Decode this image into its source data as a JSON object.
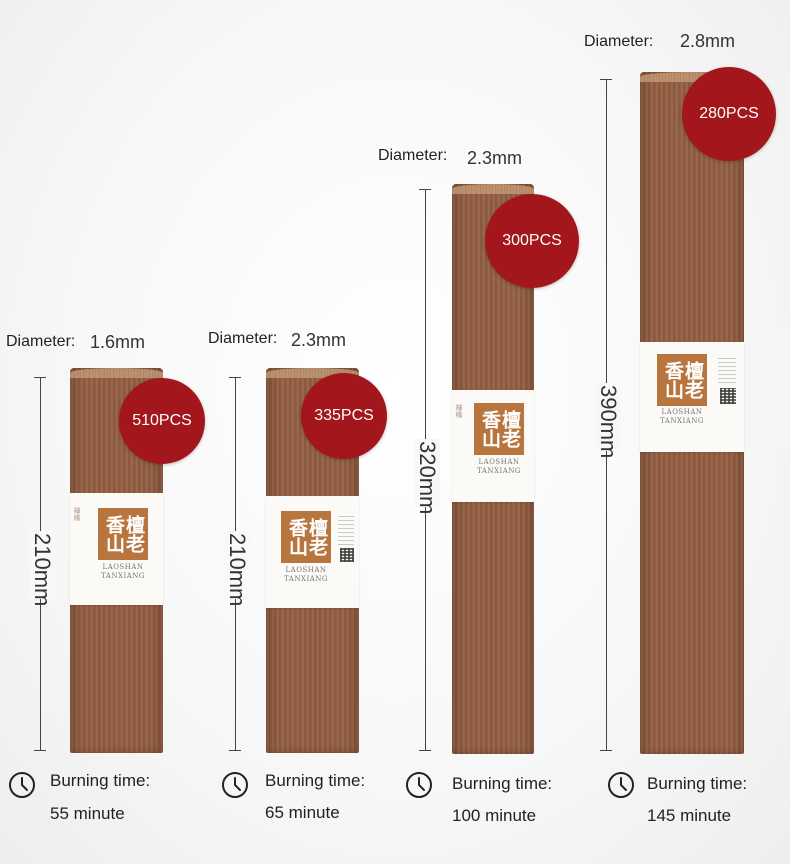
{
  "products": [
    {
      "diameter_label": "Diameter:",
      "diameter_value": "1.6mm",
      "length": "210mm",
      "count": "510PCS",
      "burning_label": "Burning time:",
      "burning_value": "55 minute"
    },
    {
      "diameter_label": "Diameter:",
      "diameter_value": "2.3mm",
      "length": "210mm",
      "count": "335PCS",
      "burning_label": "Burning time:",
      "burning_value": "65 minute"
    },
    {
      "diameter_label": "Diameter:",
      "diameter_value": "2.3mm",
      "length": "320mm",
      "count": "300PCS",
      "burning_label": "Burning time:",
      "burning_value": "100 minute"
    },
    {
      "diameter_label": "Diameter:",
      "diameter_value": "2.8mm",
      "length": "390mm",
      "count": "280PCS",
      "burning_label": "Burning time:",
      "burning_value": "145 minute"
    }
  ],
  "label": {
    "logo": "檀老香山",
    "brand_line1": "LAOSHAN",
    "brand_line2": "TANXIANG"
  },
  "colors": {
    "badge": "#a3161b",
    "incense": "#8b5a3e",
    "logo_box": "#b8753d"
  },
  "icons": {
    "burning_time": "clock-icon"
  }
}
